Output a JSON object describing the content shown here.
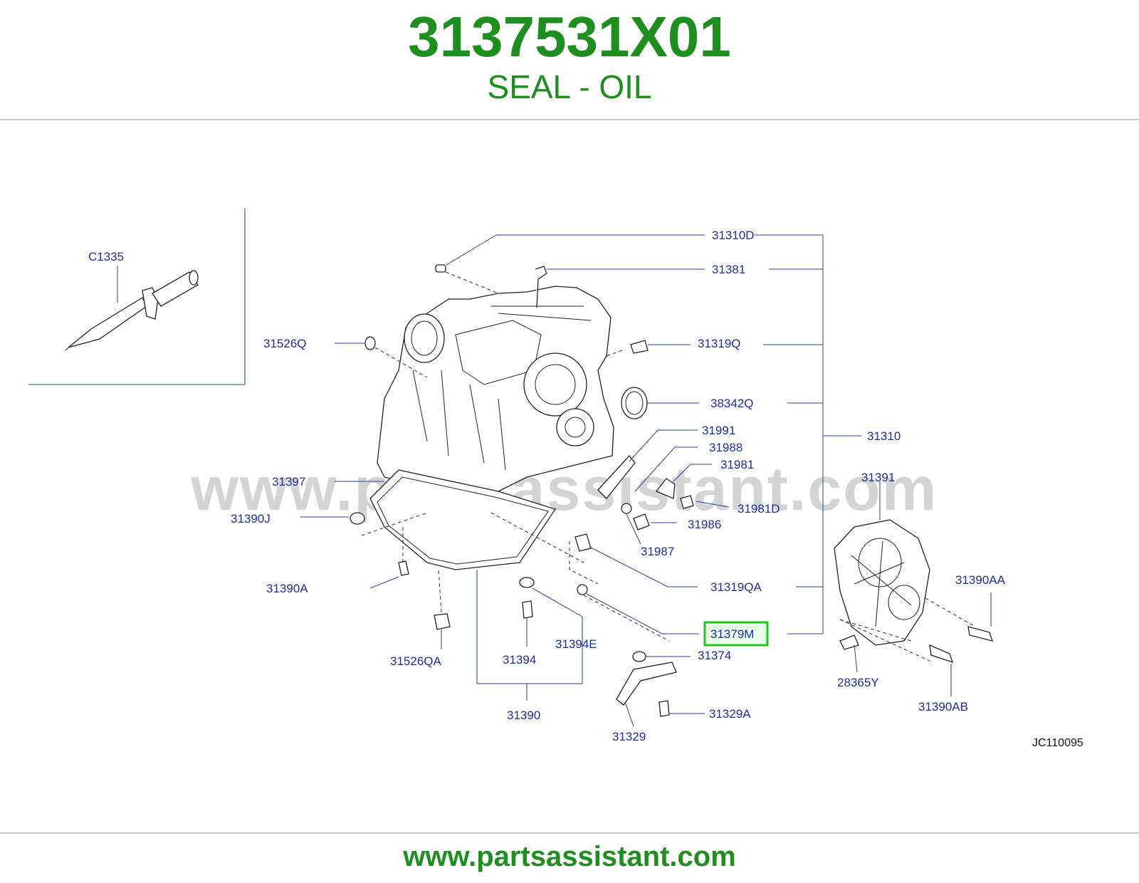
{
  "header": {
    "part_number": "3137531X01",
    "part_name": "SEAL - OIL"
  },
  "watermark": "www.partsassistant.com",
  "diagram": {
    "code": "JC110095",
    "highlight_color": "#22c322",
    "labels": {
      "c1335": "C1335",
      "p31310d": "31310D",
      "p31381": "31381",
      "p31526q": "31526Q",
      "p31319q": "31319Q",
      "p38342q": "38342Q",
      "p31310": "31310",
      "p31991": "31991",
      "p31988": "31988",
      "p31981": "31981",
      "p31397": "31397",
      "p31391": "31391",
      "p31981d": "31981D",
      "p31390j": "31390J",
      "p31986": "31986",
      "p31987": "31987",
      "p31390a": "31390A",
      "p31319qa": "31319QA",
      "p31390aa": "31390AA",
      "p31379m": "31379M",
      "p31394e": "31394E",
      "p31374": "31374",
      "p31526qa": "31526QA",
      "p31394": "31394",
      "p28365y": "28365Y",
      "p31390ab": "31390AB",
      "p31390": "31390",
      "p31329a": "31329A",
      "p31329": "31329"
    }
  },
  "footer": {
    "url": "www.partsassistant.com"
  }
}
